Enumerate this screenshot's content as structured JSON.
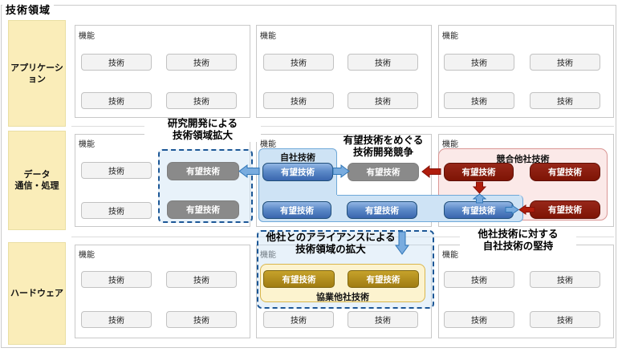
{
  "title": "技術領域",
  "labels": {
    "kinou": "機能",
    "tech": "技術",
    "promising": "有望技術",
    "own_tech": "自社技術",
    "competitor_tech": "競合他社技術",
    "partner_tech": "協業他社技術"
  },
  "rows": [
    {
      "label": "アプリケーション"
    },
    {
      "lines": [
        "データ",
        "通信・処理"
      ]
    },
    {
      "label": "ハードウェア"
    }
  ],
  "annotations": {
    "rd_line1": "研究開発による",
    "rd_line2": "技術領域拡大",
    "competition_line1": "有望技術をめぐる",
    "competition_line2": "技術開発競争",
    "alliance_line1": "他社とのアライアンスによる",
    "alliance_line2": "技術領域の拡大",
    "defend_line1": "他社技術に対する",
    "defend_line2": "自社技術の堅持"
  },
  "colors": {
    "row_label_yellow": "#FAEDB9",
    "own_tech_blue": "#3A66AE",
    "light_blue_fill": "#CEE3F5",
    "dashed_border_blue": "#1C5796",
    "competitor_dark_red": "#7E1405",
    "competitor_pink_fill": "#FBE9E8",
    "partner_gold": "#A07C12",
    "partner_cream_fill": "#FCF3CF",
    "neutral_gray_promising": "#8A8A8A"
  }
}
